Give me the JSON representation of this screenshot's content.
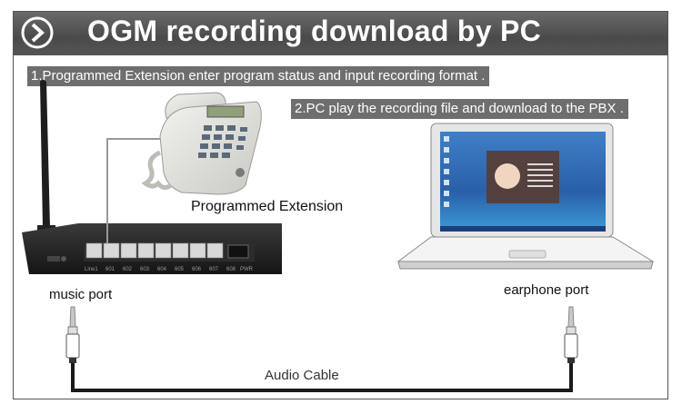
{
  "header": {
    "title": "OGM recording download by PC",
    "icon": "chevron-right-circle-icon"
  },
  "steps": [
    {
      "text": "1.Programmed Extension enter program status and input recording format ."
    },
    {
      "text": "2.PC play the recording file and download to the PBX ."
    }
  ],
  "labels": {
    "programmed_extension": "Programmed Extension",
    "music_port": "music port",
    "earphone_port": "earphone port",
    "audio_cable": "Audio Cable"
  },
  "pbx": {
    "port_labels": [
      "Line1",
      "601",
      "602",
      "603",
      "604",
      "605",
      "606",
      "607",
      "608",
      "PWR"
    ]
  },
  "colors": {
    "header_bg": "#555555",
    "step_bg": "#6e6e6e",
    "cable": "#1a1a1a"
  }
}
